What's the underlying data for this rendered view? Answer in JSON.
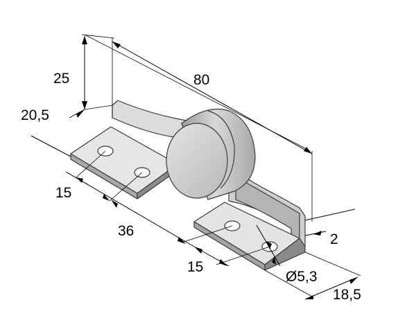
{
  "dimensions": {
    "length_total": "80",
    "height": "25",
    "flange_offset": "20,5",
    "hole_spacing_left": "15",
    "flange_gap": "36",
    "hole_spacing_right": "15",
    "hole_diameter": "Ø5,3",
    "thickness": "2",
    "flange_width": "18,5"
  },
  "colors": {
    "light": "#e6e6e6",
    "mid": "#c8c8c8",
    "dark": "#9a9a9a",
    "darker": "#7a7a7a",
    "hole": "#ffffff"
  }
}
